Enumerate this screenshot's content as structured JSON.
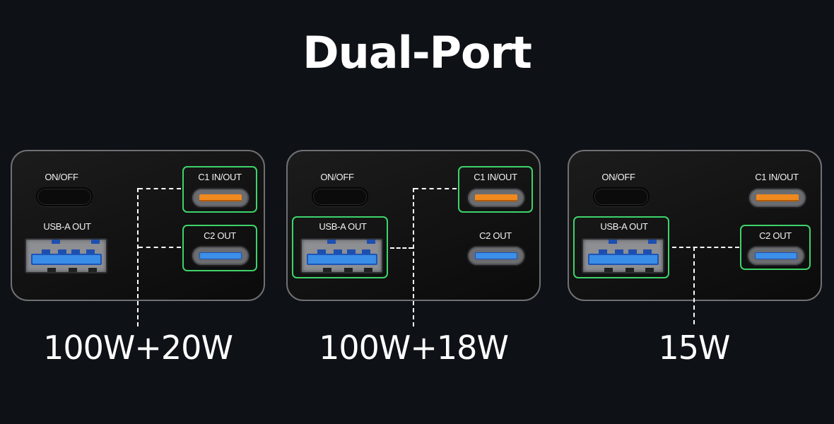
{
  "title": "Dual-Port",
  "colors": {
    "background": "#0e1116",
    "highlight": "#3ed36b",
    "c1_port": "#f08a1e",
    "c2_port": "#3d8fe8",
    "usba_port": "#3a8ee6"
  },
  "labels": {
    "onoff": "ON/OFF",
    "usba": "USB-A OUT",
    "c1": "C1 IN/OUT",
    "c2": "C2 OUT"
  },
  "configs": [
    {
      "active_ports": [
        "C1 IN/OUT",
        "C2 OUT"
      ],
      "power": "100W+20W"
    },
    {
      "active_ports": [
        "C1 IN/OUT",
        "USB-A OUT"
      ],
      "power": "100W+18W"
    },
    {
      "active_ports": [
        "USB-A OUT",
        "C2 OUT"
      ],
      "power": "15W"
    }
  ]
}
